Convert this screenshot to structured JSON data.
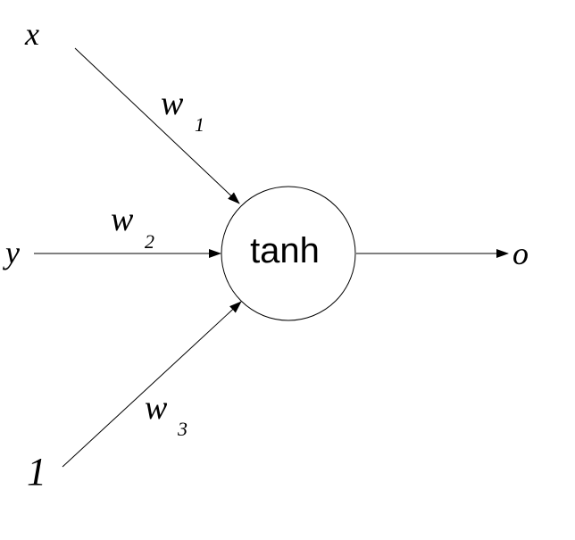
{
  "inputs": {
    "x": "x",
    "y": "y",
    "bias": "1"
  },
  "weights": {
    "w1": {
      "base": "w",
      "sub": "1"
    },
    "w2": {
      "base": "w",
      "sub": "2"
    },
    "w3": {
      "base": "w",
      "sub": "3"
    }
  },
  "neuron": {
    "activation": "tanh"
  },
  "output": {
    "label": "o"
  },
  "colors": {
    "stroke": "#000000",
    "background": "#ffffff"
  }
}
